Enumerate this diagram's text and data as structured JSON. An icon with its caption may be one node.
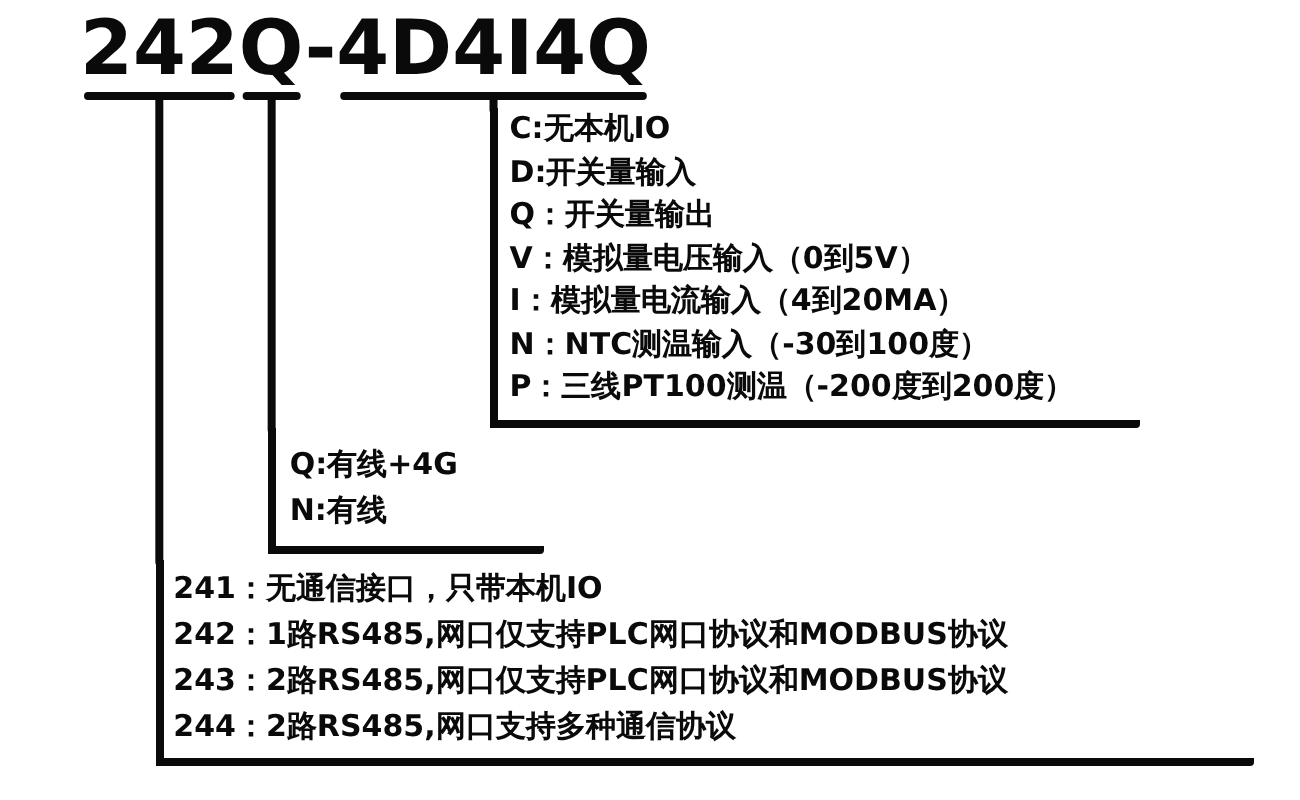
{
  "diagram": {
    "nodes": [
      {
        "text": [
          "242Q-4D4I4Q"
        ]
      },
      {
        "text": [
          "C:无本机IO",
          "D:开关量输入",
          "Q：开关量输出",
          "V：模拟量电压输入（0到5V）",
          "I：模拟量电流输入（4到20MA）",
          "N：NTC测温输入（-30到100度）",
          "P：三线PT100测温（-200度到200度）"
        ]
      },
      {
        "text": [
          "Q:有线+4G",
          "N:有线"
        ]
      },
      {
        "text": [
          "241：无通信接口，只带本机IO",
          "242：1路RS485,网口仅支持PLC网口协议和MODBUS协议",
          "243：2路RS485,网口仅支持PLC网口协议和MODBUS协议",
          "244：2路RS485,网口支持多种通信协议"
        ]
      }
    ],
    "edges": [
      {
        "from": 0,
        "to": 3,
        "arrow": "none"
      },
      {
        "from": 0,
        "to": 2,
        "arrow": "none"
      },
      {
        "from": 0,
        "to": 1,
        "arrow": "none"
      }
    ]
  }
}
